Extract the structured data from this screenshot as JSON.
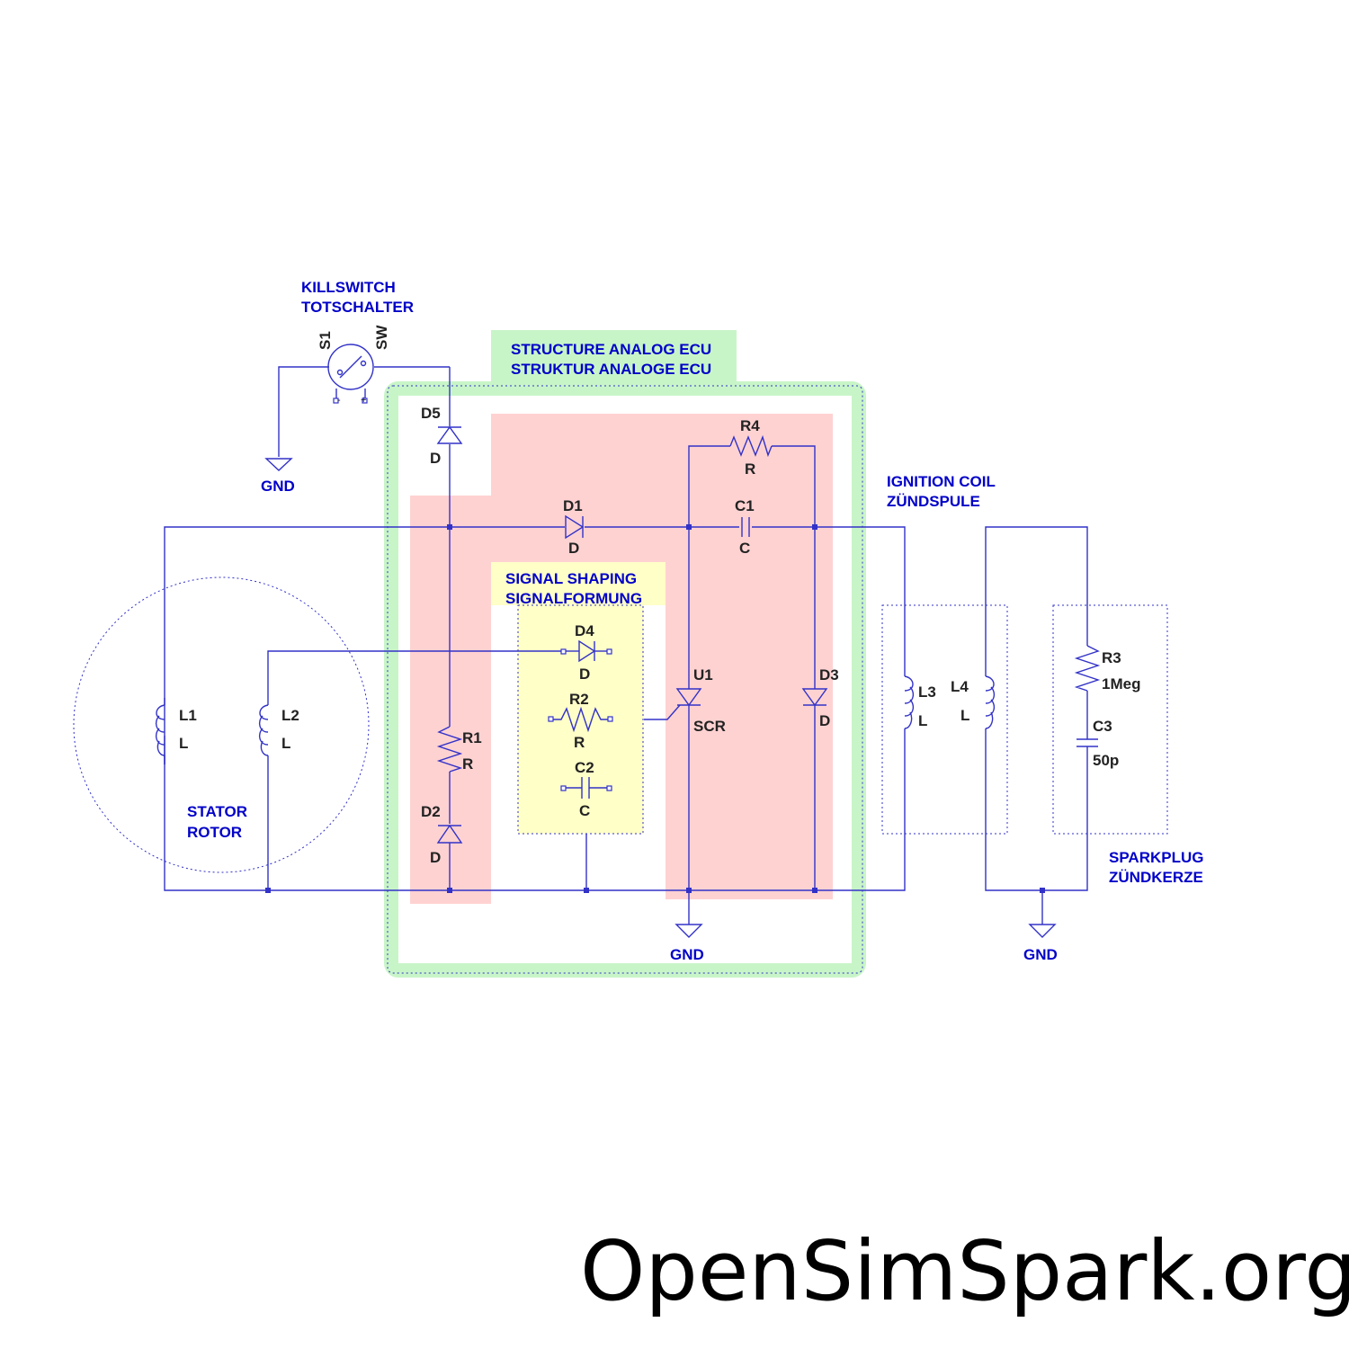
{
  "labels": {
    "killswitch_en": "KILLSWITCH",
    "killswitch_de": "TOTSCHALTER",
    "s1_ref": "S1",
    "s1_val": "SW",
    "gnd_left": "GND",
    "structure_en": "STRUCTURE ANALOG ECU",
    "structure_de": "STRUKTUR ANALOGE ECU",
    "d5_ref": "D5",
    "d5_val": "D",
    "r4_ref": "R4",
    "r4_val": "R",
    "ignition_en": "IGNITION COIL",
    "ignition_de": "ZÜNDSPULE",
    "d1_ref": "D1",
    "d1_val": "D",
    "c1_ref": "C1",
    "c1_val": "C",
    "signal_en": "SIGNAL SHAPING",
    "signal_de": "SIGNALFORMUNG",
    "d4_ref": "D4",
    "d4_val": "D",
    "r2_ref": "R2",
    "r2_val": "R",
    "c2_ref": "C2",
    "c2_val": "C",
    "u1_ref": "U1",
    "u1_val": "SCR",
    "d3_ref": "D3",
    "d3_val": "D",
    "l1_ref": "L1",
    "l1_val": "L",
    "l2_ref": "L2",
    "l2_val": "L",
    "l3_ref": "L3",
    "l3_val": "L",
    "l4_ref": "L4",
    "l4_val": "L",
    "r1_ref": "R1",
    "r1_val": "R",
    "d2_ref": "D2",
    "d2_val": "D",
    "r3_ref": "R3",
    "r3_val": "1Meg",
    "c3_ref": "C3",
    "c3_val": "50p",
    "stator": "STATOR",
    "rotor": "ROTOR",
    "sparkplug_en": "SPARKPLUG",
    "sparkplug_de": "ZÜNDKERZE",
    "gnd_mid": "GND",
    "gnd_right": "GND",
    "switch_minus": "-",
    "switch_plus": "+"
  },
  "footer": {
    "site": "OpenSimSpark.org"
  },
  "colors": {
    "wire": "#3232c8",
    "label_blue": "#0000c8",
    "region_green": "#c8f5c8",
    "region_red": "#ffd2d2",
    "region_yellow": "#ffffc8"
  }
}
